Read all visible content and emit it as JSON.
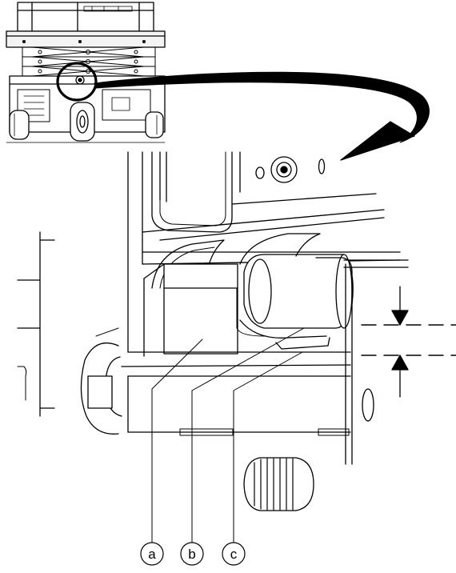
{
  "diagram": {
    "callouts": [
      {
        "id": "a",
        "label": "a"
      },
      {
        "id": "b",
        "label": "b"
      },
      {
        "id": "c",
        "label": "c"
      }
    ],
    "line_color": "#000000",
    "background": "#ffffff"
  }
}
